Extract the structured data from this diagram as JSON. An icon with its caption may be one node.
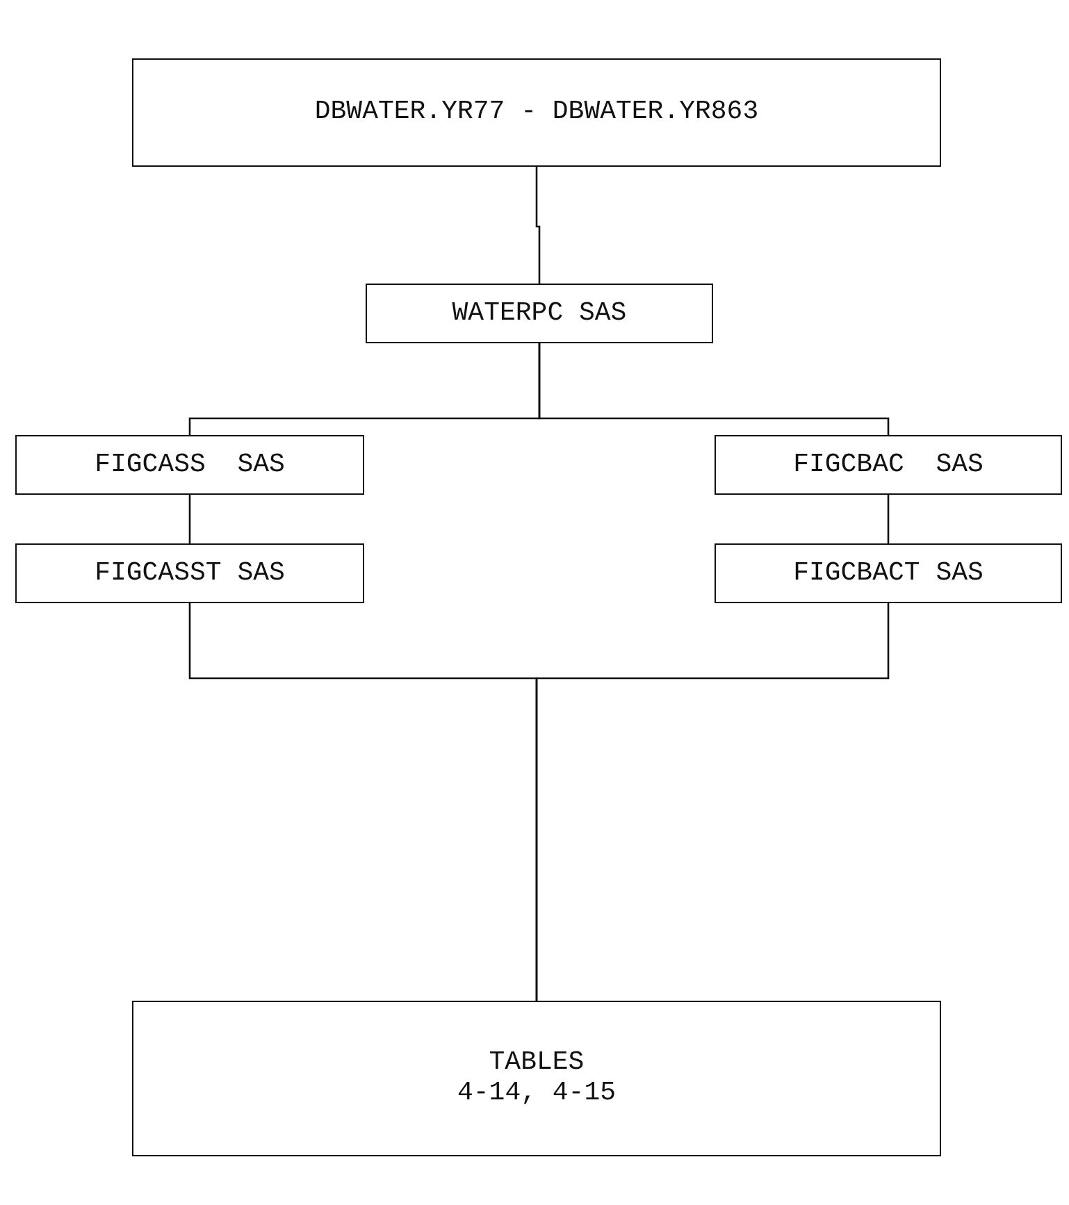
{
  "diagram": {
    "nodes": [
      {
        "text": [
          "DBWATER.YR77 - DBWATER.YR863"
        ]
      },
      {
        "text": [
          "WATERPC SAS"
        ]
      },
      {
        "text": [
          "FIGCASS  SAS"
        ]
      },
      {
        "text": [
          "FIGCASST SAS"
        ]
      },
      {
        "text": [
          "FIGCBAC  SAS"
        ]
      },
      {
        "text": [
          "FIGCBACT SAS"
        ]
      },
      {
        "text": [
          "TABLES",
          "4-14, 4-15"
        ]
      }
    ],
    "edges": [
      {
        "from": 0,
        "to": 1,
        "arrow": "none"
      },
      {
        "from": 1,
        "to": 2,
        "arrow": "none"
      },
      {
        "from": 1,
        "to": 4,
        "arrow": "none"
      },
      {
        "from": 2,
        "to": 3,
        "arrow": "none"
      },
      {
        "from": 4,
        "to": 5,
        "arrow": "none"
      },
      {
        "from": 3,
        "to": 6,
        "arrow": "none"
      },
      {
        "from": 5,
        "to": 6,
        "arrow": "none"
      }
    ]
  }
}
